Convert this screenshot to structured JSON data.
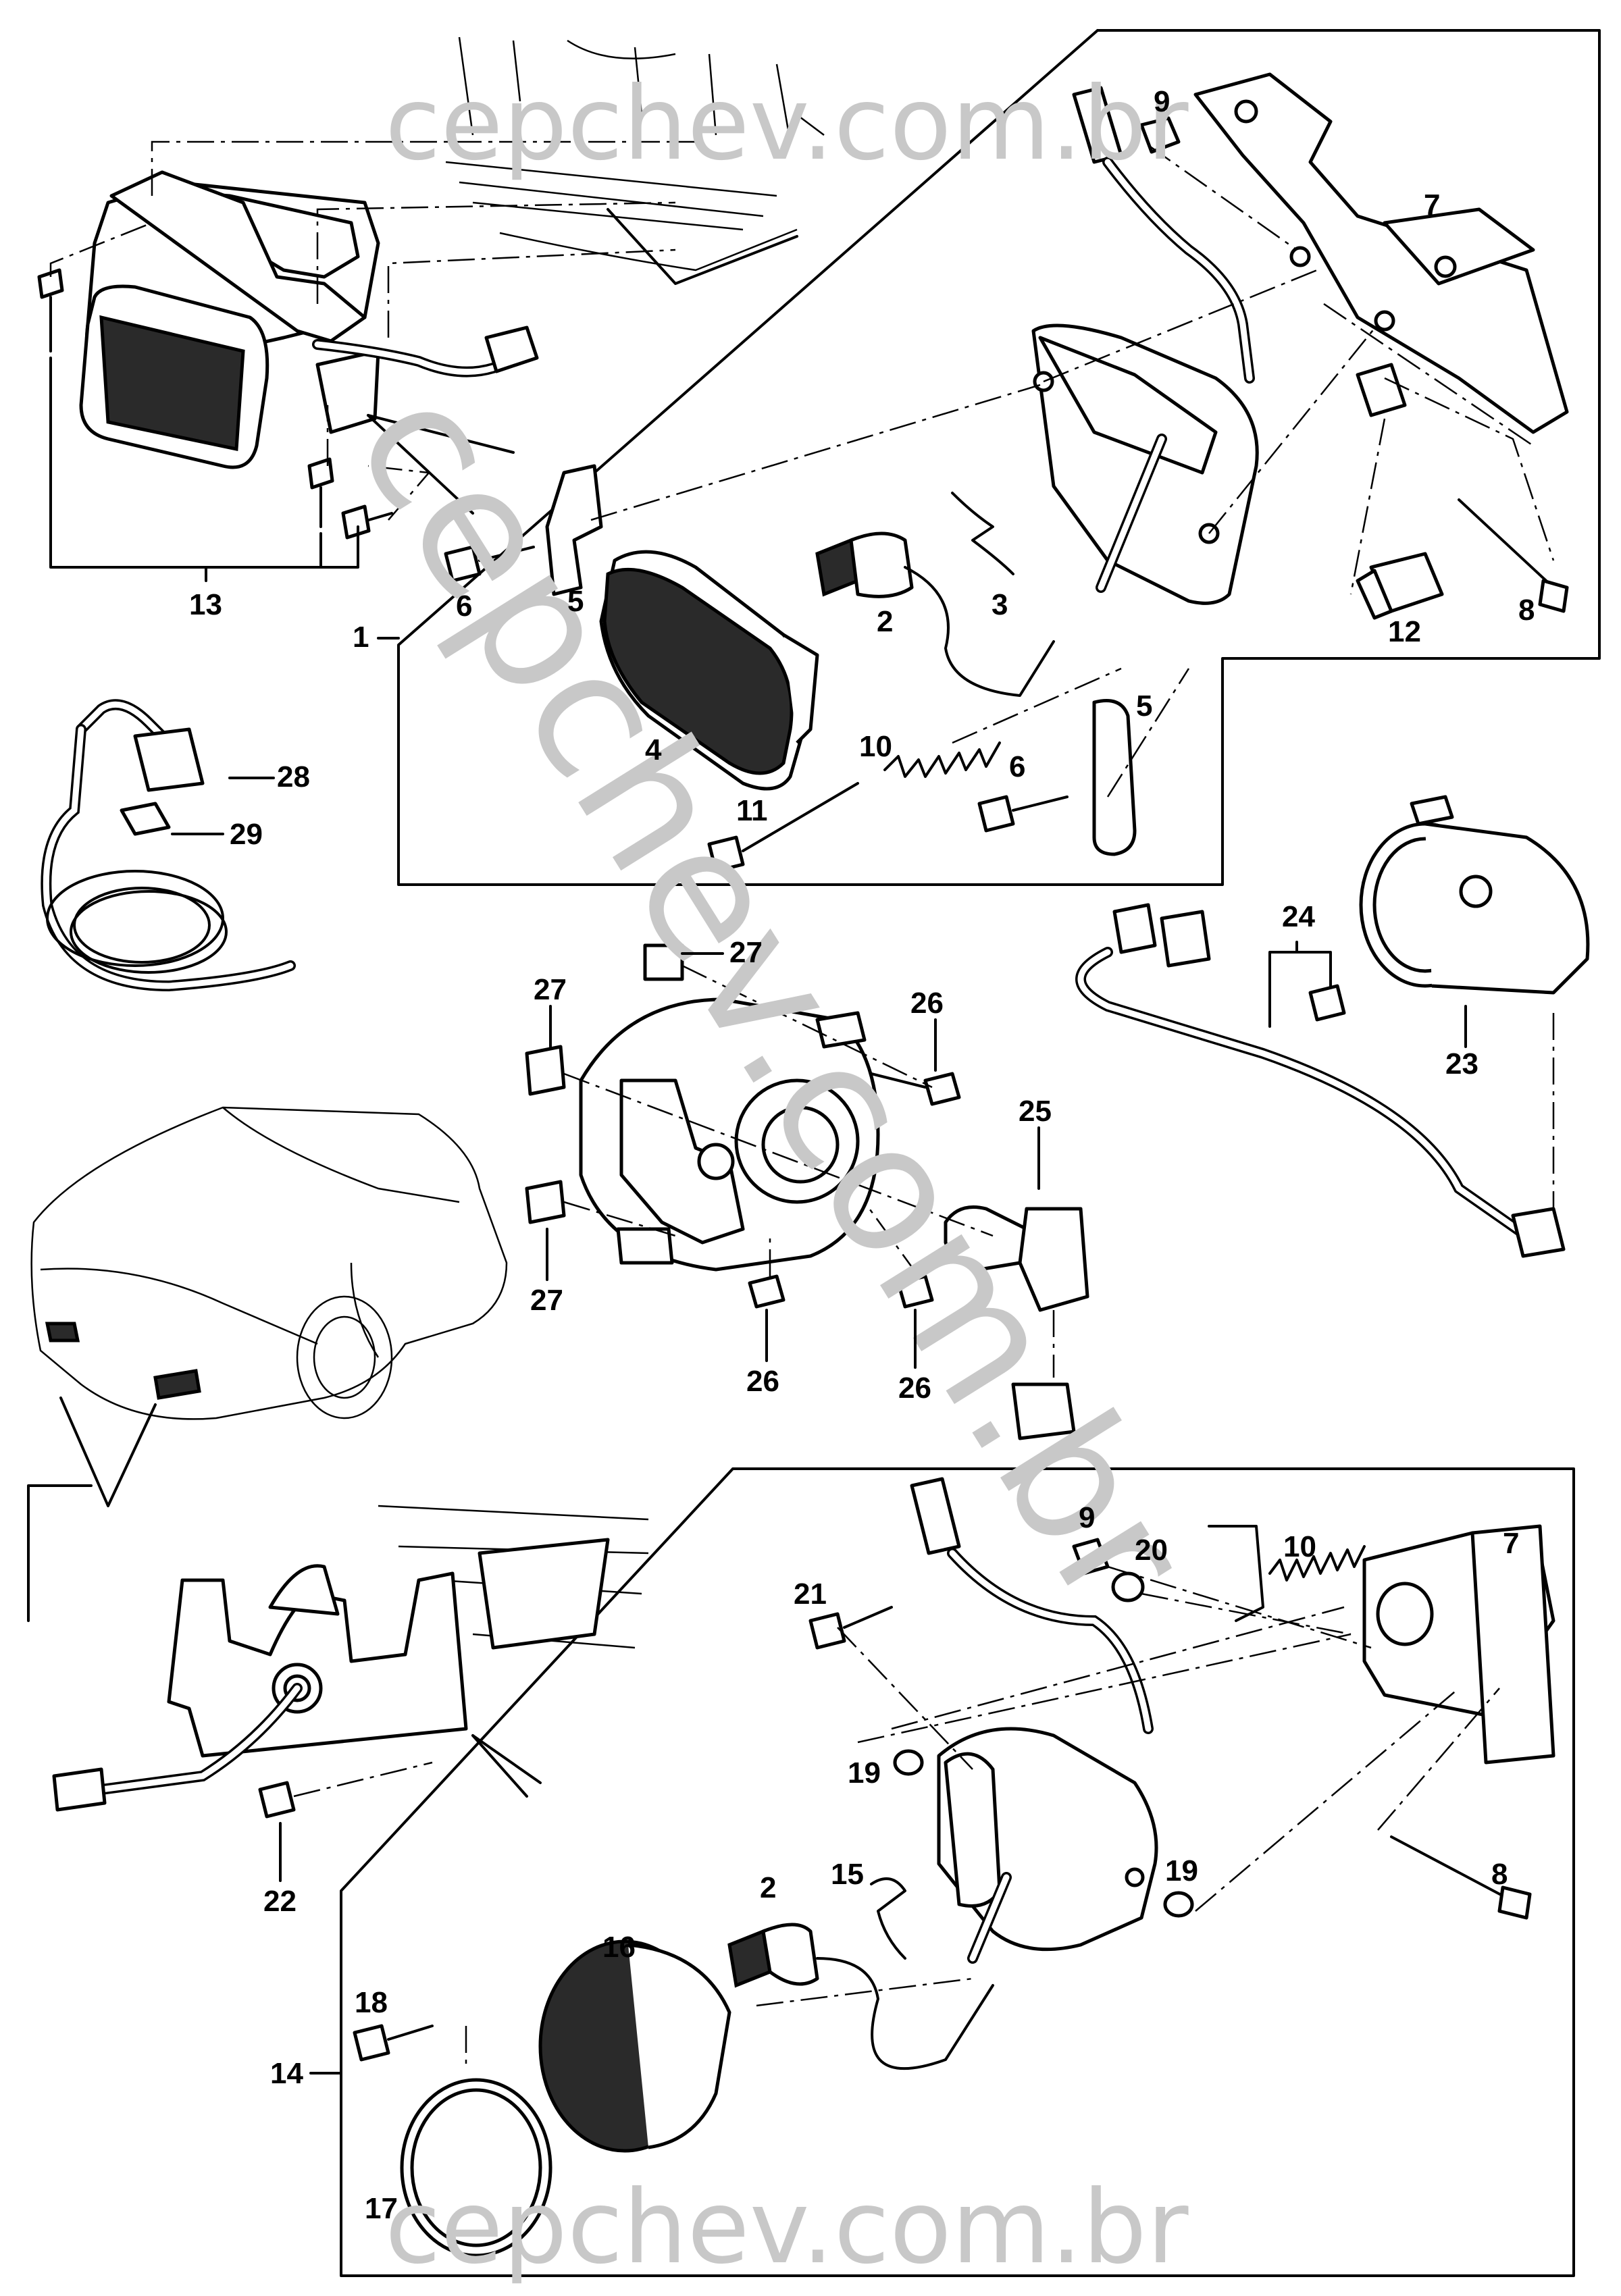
{
  "watermark": {
    "text_top": "cepchev.com.br",
    "text_bottom": "cepchev.com.br",
    "text_diagonal": "cepchev.com.br",
    "color": "#c8c8c8"
  },
  "callouts": [
    {
      "id": "c1",
      "label": "1"
    },
    {
      "id": "c2a",
      "label": "2"
    },
    {
      "id": "c3",
      "label": "3"
    },
    {
      "id": "c4",
      "label": "4"
    },
    {
      "id": "c5a",
      "label": "5"
    },
    {
      "id": "c5b",
      "label": "5"
    },
    {
      "id": "c6a",
      "label": "6"
    },
    {
      "id": "c6b",
      "label": "6"
    },
    {
      "id": "c7a",
      "label": "7"
    },
    {
      "id": "c8a",
      "label": "8"
    },
    {
      "id": "c9a",
      "label": "9"
    },
    {
      "id": "c10a",
      "label": "10"
    },
    {
      "id": "c11",
      "label": "11"
    },
    {
      "id": "c12",
      "label": "12"
    },
    {
      "id": "c13",
      "label": "13"
    },
    {
      "id": "c28",
      "label": "28"
    },
    {
      "id": "c29",
      "label": "29"
    },
    {
      "id": "c24",
      "label": "24"
    },
    {
      "id": "c23",
      "label": "23"
    },
    {
      "id": "c27a",
      "label": "27"
    },
    {
      "id": "c27b",
      "label": "27"
    },
    {
      "id": "c27c",
      "label": "27"
    },
    {
      "id": "c26a",
      "label": "26"
    },
    {
      "id": "c26b",
      "label": "26"
    },
    {
      "id": "c26c",
      "label": "26"
    },
    {
      "id": "c25",
      "label": "25"
    },
    {
      "id": "c9b",
      "label": "9"
    },
    {
      "id": "c20",
      "label": "20"
    },
    {
      "id": "c10b",
      "label": "10"
    },
    {
      "id": "c7b",
      "label": "7"
    },
    {
      "id": "c21",
      "label": "21"
    },
    {
      "id": "c19a",
      "label": "19"
    },
    {
      "id": "c19b",
      "label": "19"
    },
    {
      "id": "c8b",
      "label": "8"
    },
    {
      "id": "c22",
      "label": "22"
    },
    {
      "id": "c15",
      "label": "15"
    },
    {
      "id": "c2b",
      "label": "2"
    },
    {
      "id": "c16",
      "label": "16"
    },
    {
      "id": "c18",
      "label": "18"
    },
    {
      "id": "c14",
      "label": "14"
    },
    {
      "id": "c17",
      "label": "17"
    }
  ]
}
